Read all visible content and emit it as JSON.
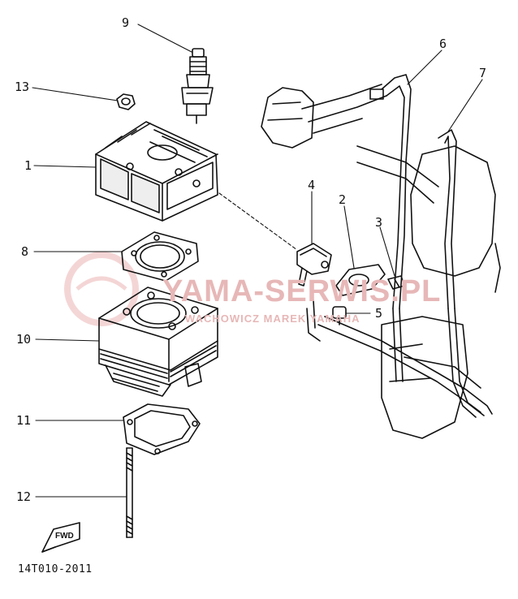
{
  "labels": {
    "l1": "1",
    "l3": "3",
    "l2": "2",
    "l4": "4",
    "l5": "5",
    "l6": "6",
    "l7": "7",
    "l8": "8",
    "l9": "9",
    "l10": "10",
    "l11": "11",
    "l12": "12",
    "l13": "13"
  },
  "diagram_code": "14T010-2011",
  "fwd_mark": "FWD",
  "watermark": {
    "main": "YAMA-SERWIS.PL",
    "sub": "WACHOWICZ MAREK YAMAHA"
  },
  "colors": {
    "ink": "#111111",
    "watermark": "#e7b7b7"
  }
}
